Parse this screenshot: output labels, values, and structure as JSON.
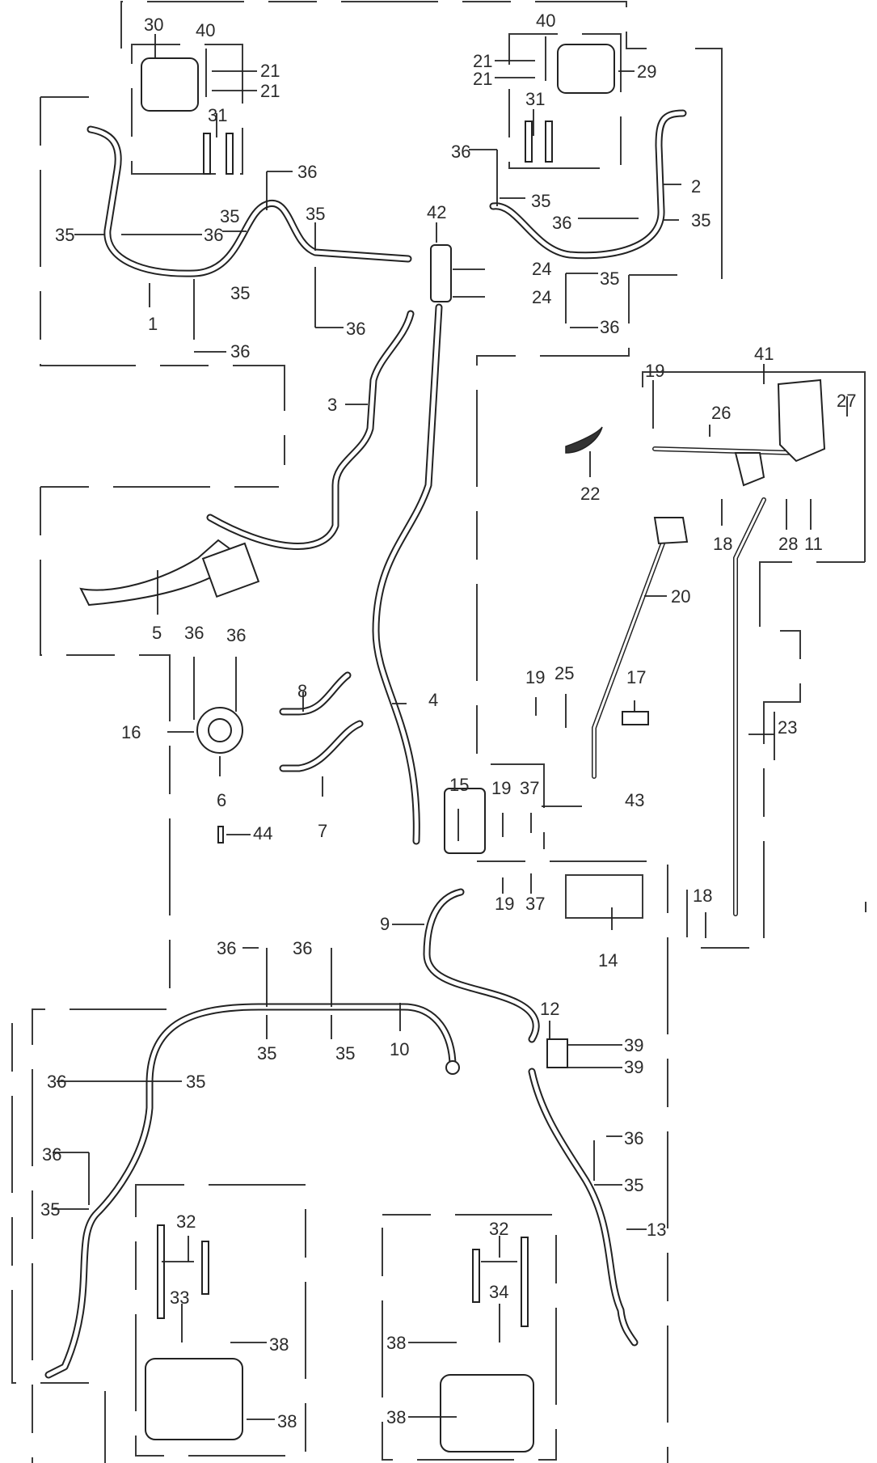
{
  "diagram": {
    "type": "exploded-parts-diagram",
    "subject": "brake system (hoses, master cylinders, calipers, pedal linkage)",
    "callouts": [
      {
        "id": "c30",
        "label": "30"
      },
      {
        "id": "c40a",
        "label": "40"
      },
      {
        "id": "c21a",
        "label": "21"
      },
      {
        "id": "c21b",
        "label": "21"
      },
      {
        "id": "c31a",
        "label": "31"
      },
      {
        "id": "c36a",
        "label": "36"
      },
      {
        "id": "c35a",
        "label": "35"
      },
      {
        "id": "c36b",
        "label": "36"
      },
      {
        "id": "c35b",
        "label": "35"
      },
      {
        "id": "c35c",
        "label": "35"
      },
      {
        "id": "c35d",
        "label": "35"
      },
      {
        "id": "c1",
        "label": "1"
      },
      {
        "id": "c36c",
        "label": "36"
      },
      {
        "id": "c36d",
        "label": "36"
      },
      {
        "id": "c40b",
        "label": "40"
      },
      {
        "id": "c21c",
        "label": "21"
      },
      {
        "id": "c21d",
        "label": "21"
      },
      {
        "id": "c29",
        "label": "29"
      },
      {
        "id": "c31b",
        "label": "31"
      },
      {
        "id": "c36e",
        "label": "36"
      },
      {
        "id": "c35e",
        "label": "35"
      },
      {
        "id": "c2",
        "label": "2"
      },
      {
        "id": "c36f",
        "label": "36"
      },
      {
        "id": "c35f",
        "label": "35"
      },
      {
        "id": "c42",
        "label": "42"
      },
      {
        "id": "c24a",
        "label": "24"
      },
      {
        "id": "c24b",
        "label": "24"
      },
      {
        "id": "c35g",
        "label": "35"
      },
      {
        "id": "c36g",
        "label": "36"
      },
      {
        "id": "c3",
        "label": "3"
      },
      {
        "id": "c41",
        "label": "41"
      },
      {
        "id": "c19a",
        "label": "19"
      },
      {
        "id": "c26",
        "label": "26"
      },
      {
        "id": "c27",
        "label": "27"
      },
      {
        "id": "c22",
        "label": "22"
      },
      {
        "id": "c18a",
        "label": "18"
      },
      {
        "id": "c28",
        "label": "28"
      },
      {
        "id": "c11",
        "label": "11"
      },
      {
        "id": "c20",
        "label": "20"
      },
      {
        "id": "c5",
        "label": "5"
      },
      {
        "id": "c36h",
        "label": "36"
      },
      {
        "id": "c36i",
        "label": "36"
      },
      {
        "id": "c16",
        "label": "16"
      },
      {
        "id": "c8",
        "label": "8"
      },
      {
        "id": "c4",
        "label": "4"
      },
      {
        "id": "c6",
        "label": "6"
      },
      {
        "id": "c7",
        "label": "7"
      },
      {
        "id": "c44",
        "label": "44"
      },
      {
        "id": "c19b",
        "label": "19"
      },
      {
        "id": "c25",
        "label": "25"
      },
      {
        "id": "c17",
        "label": "17"
      },
      {
        "id": "c23",
        "label": "23"
      },
      {
        "id": "c15",
        "label": "15"
      },
      {
        "id": "c19c",
        "label": "19"
      },
      {
        "id": "c37a",
        "label": "37"
      },
      {
        "id": "c43",
        "label": "43"
      },
      {
        "id": "c19d",
        "label": "19"
      },
      {
        "id": "c37b",
        "label": "37"
      },
      {
        "id": "c14",
        "label": "14"
      },
      {
        "id": "c18b",
        "label": "18"
      },
      {
        "id": "c9",
        "label": "9"
      },
      {
        "id": "c36j",
        "label": "36"
      },
      {
        "id": "c36k",
        "label": "36"
      },
      {
        "id": "c35h",
        "label": "35"
      },
      {
        "id": "c35i",
        "label": "35"
      },
      {
        "id": "c10",
        "label": "10"
      },
      {
        "id": "c12",
        "label": "12"
      },
      {
        "id": "c39a",
        "label": "39"
      },
      {
        "id": "c39b",
        "label": "39"
      },
      {
        "id": "c36l",
        "label": "36"
      },
      {
        "id": "c35j",
        "label": "35"
      },
      {
        "id": "c36m",
        "label": "36"
      },
      {
        "id": "c35k",
        "label": "35"
      },
      {
        "id": "c36n",
        "label": "36"
      },
      {
        "id": "c35l",
        "label": "35"
      },
      {
        "id": "c13",
        "label": "13"
      },
      {
        "id": "c32a",
        "label": "32"
      },
      {
        "id": "c33",
        "label": "33"
      },
      {
        "id": "c38a",
        "label": "38"
      },
      {
        "id": "c38b",
        "label": "38"
      },
      {
        "id": "c32b",
        "label": "32"
      },
      {
        "id": "c34",
        "label": "34"
      },
      {
        "id": "c38c",
        "label": "38"
      },
      {
        "id": "c38d",
        "label": "38"
      }
    ]
  }
}
